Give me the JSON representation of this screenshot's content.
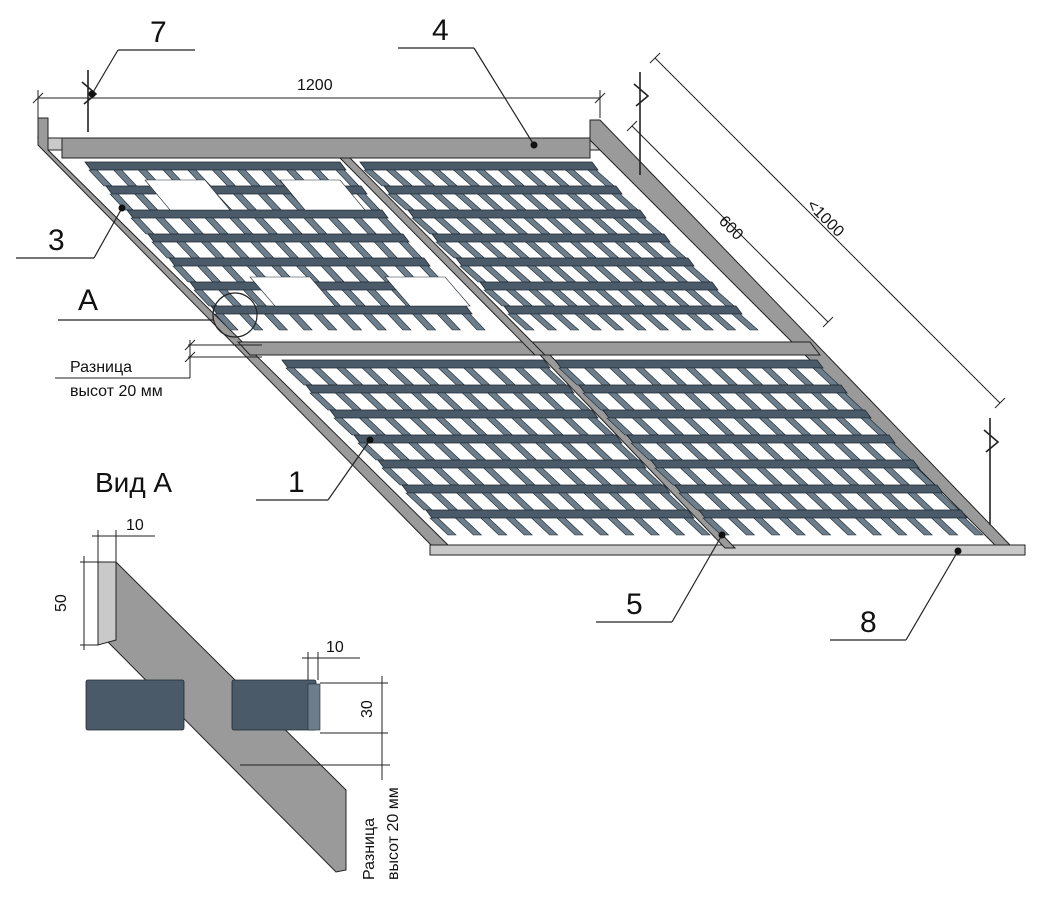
{
  "callouts": {
    "c1": "1",
    "c3": "3",
    "c4": "4",
    "c5": "5",
    "c7": "7",
    "c8": "8",
    "cA": "A"
  },
  "dimensions": {
    "width": "1200",
    "module": "600",
    "suspension": "<1000",
    "detail_thickness": "10",
    "detail_height": "50",
    "detail_cell_thickness": "10",
    "detail_cell_height": "30"
  },
  "notes": {
    "height_diff_line1": "Разница",
    "height_diff_line2": "высот 20 мм",
    "detail_note_line1": "Разница",
    "detail_note_line2": "высот 20 мм"
  },
  "detail_title": "Вид А",
  "colors": {
    "grid": "#4a5a68",
    "profile": "#9a9a9a"
  }
}
